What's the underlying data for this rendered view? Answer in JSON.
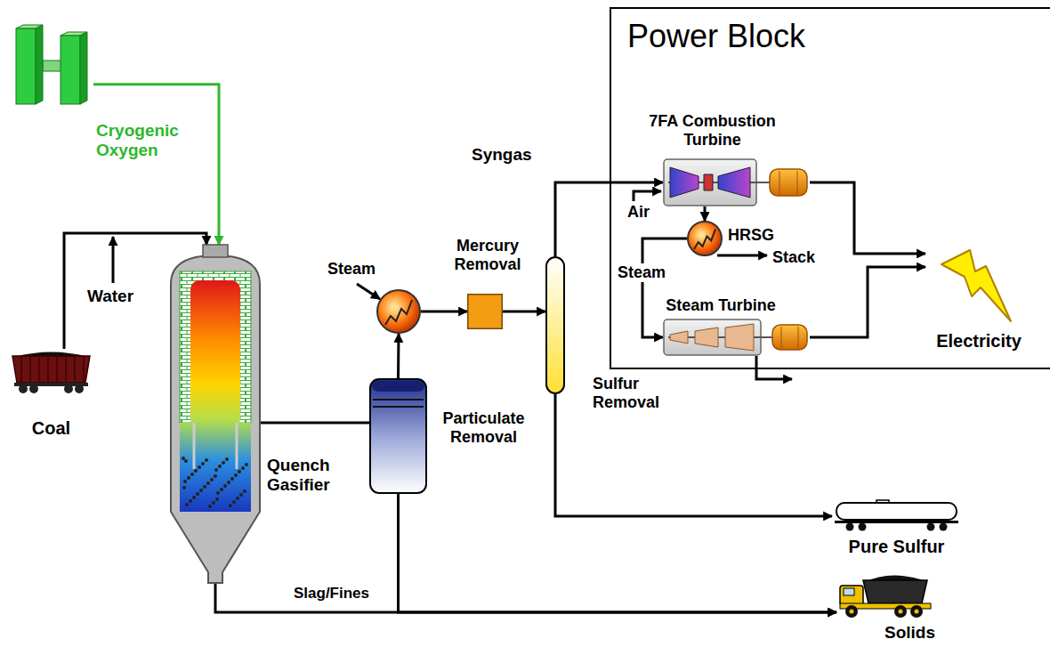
{
  "diagram": {
    "nodes": [
      {
        "text": [
          "Cryogenic Oxygen"
        ]
      },
      {
        "text": [
          "Power Block"
        ]
      },
      {
        "text": [
          "7FA Combustion Turbine"
        ],
        "in": 1
      },
      {
        "text": [
          "HRSG"
        ],
        "in": 1
      },
      {
        "text": [
          "Steam Turbine"
        ],
        "in": 1
      },
      {
        "text": [
          "Electricity"
        ],
        "in": 1
      },
      {
        "text": [
          "Coal"
        ]
      },
      {
        "text": [
          "Quench Gasifier"
        ]
      },
      {
        "text": [
          "Steam"
        ]
      },
      {
        "text": [
          "Mercury Removal"
        ]
      },
      {
        "text": [
          "Particulate Removal"
        ]
      },
      {
        "text": [
          "Sulfur Removal"
        ]
      },
      {
        "text": [
          "Pure Sulfur"
        ]
      },
      {
        "text": [
          "Solids"
        ]
      }
    ],
    "edges": [
      {
        "from": 0,
        "to": 7,
        "arrow": "to"
      },
      {
        "from": 6,
        "to": 7,
        "arrow": "to"
      },
      {
        "from": 7,
        "to": 10,
        "arrow": "none"
      },
      {
        "from": 10,
        "to": 8,
        "arrow": "to"
      },
      {
        "from": 8,
        "to": 9,
        "arrow": "to"
      },
      {
        "from": 9,
        "to": 11,
        "arrow": "to"
      },
      {
        "from": 11,
        "to": 2,
        "label": "Syngas",
        "arrow": "to"
      },
      {
        "from": 2,
        "to": 3,
        "arrow": "to"
      },
      {
        "from": 3,
        "to": 4,
        "label": "Steam",
        "arrow": "to"
      },
      {
        "from": 2,
        "to": 5,
        "arrow": "to"
      },
      {
        "from": 4,
        "to": 5,
        "arrow": "to"
      },
      {
        "from": 11,
        "to": 12,
        "arrow": "to"
      },
      {
        "from": 7,
        "to": 13,
        "label": "Slag/Fines",
        "arrow": "to"
      },
      {
        "from": 10,
        "to": 13,
        "arrow": "to"
      }
    ],
    "labels": [
      "Water",
      "Air",
      "Stack"
    ]
  }
}
